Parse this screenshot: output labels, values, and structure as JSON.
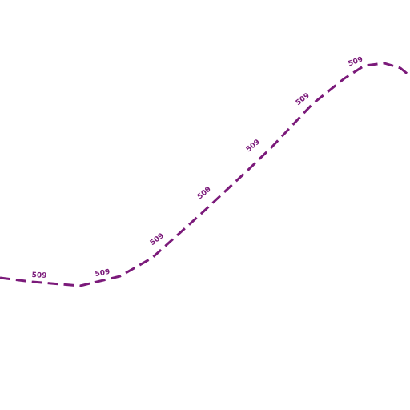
{
  "map": {
    "route": {
      "ref": "509",
      "color": "#7b1a7a",
      "style": "dashed",
      "label_count": 7
    }
  }
}
